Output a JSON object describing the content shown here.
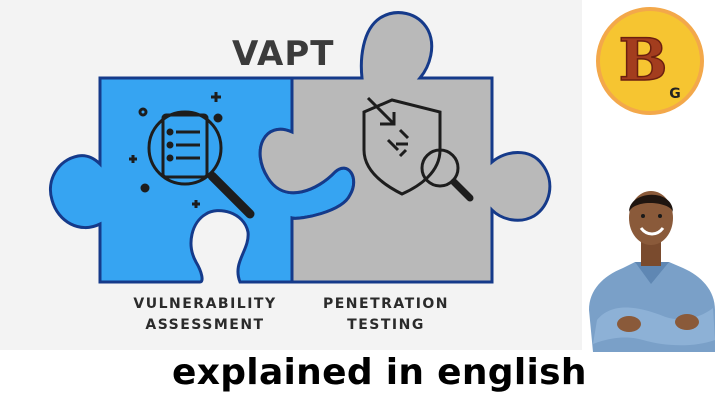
{
  "title": "VAPT",
  "puzzle": {
    "left_label_line1": "VULNERABILITY",
    "left_label_line2": "ASSESSMENT",
    "right_label_line1": "PENETRATION",
    "right_label_line2": "TESTING",
    "left_color": "#36a4f2",
    "right_color": "#b9b9b9",
    "outline_color": "#153a8a",
    "left_icon": "checklist-magnifier-icon",
    "right_icon": "shield-breach-magnifier-icon"
  },
  "caption": "explained in english",
  "logo": {
    "letter": "B",
    "sub_letter": "G",
    "bg_color": "#f6c531",
    "ring_color": "#f3a84a"
  },
  "presenter": {
    "shirt_color": "#7aa0c8"
  }
}
